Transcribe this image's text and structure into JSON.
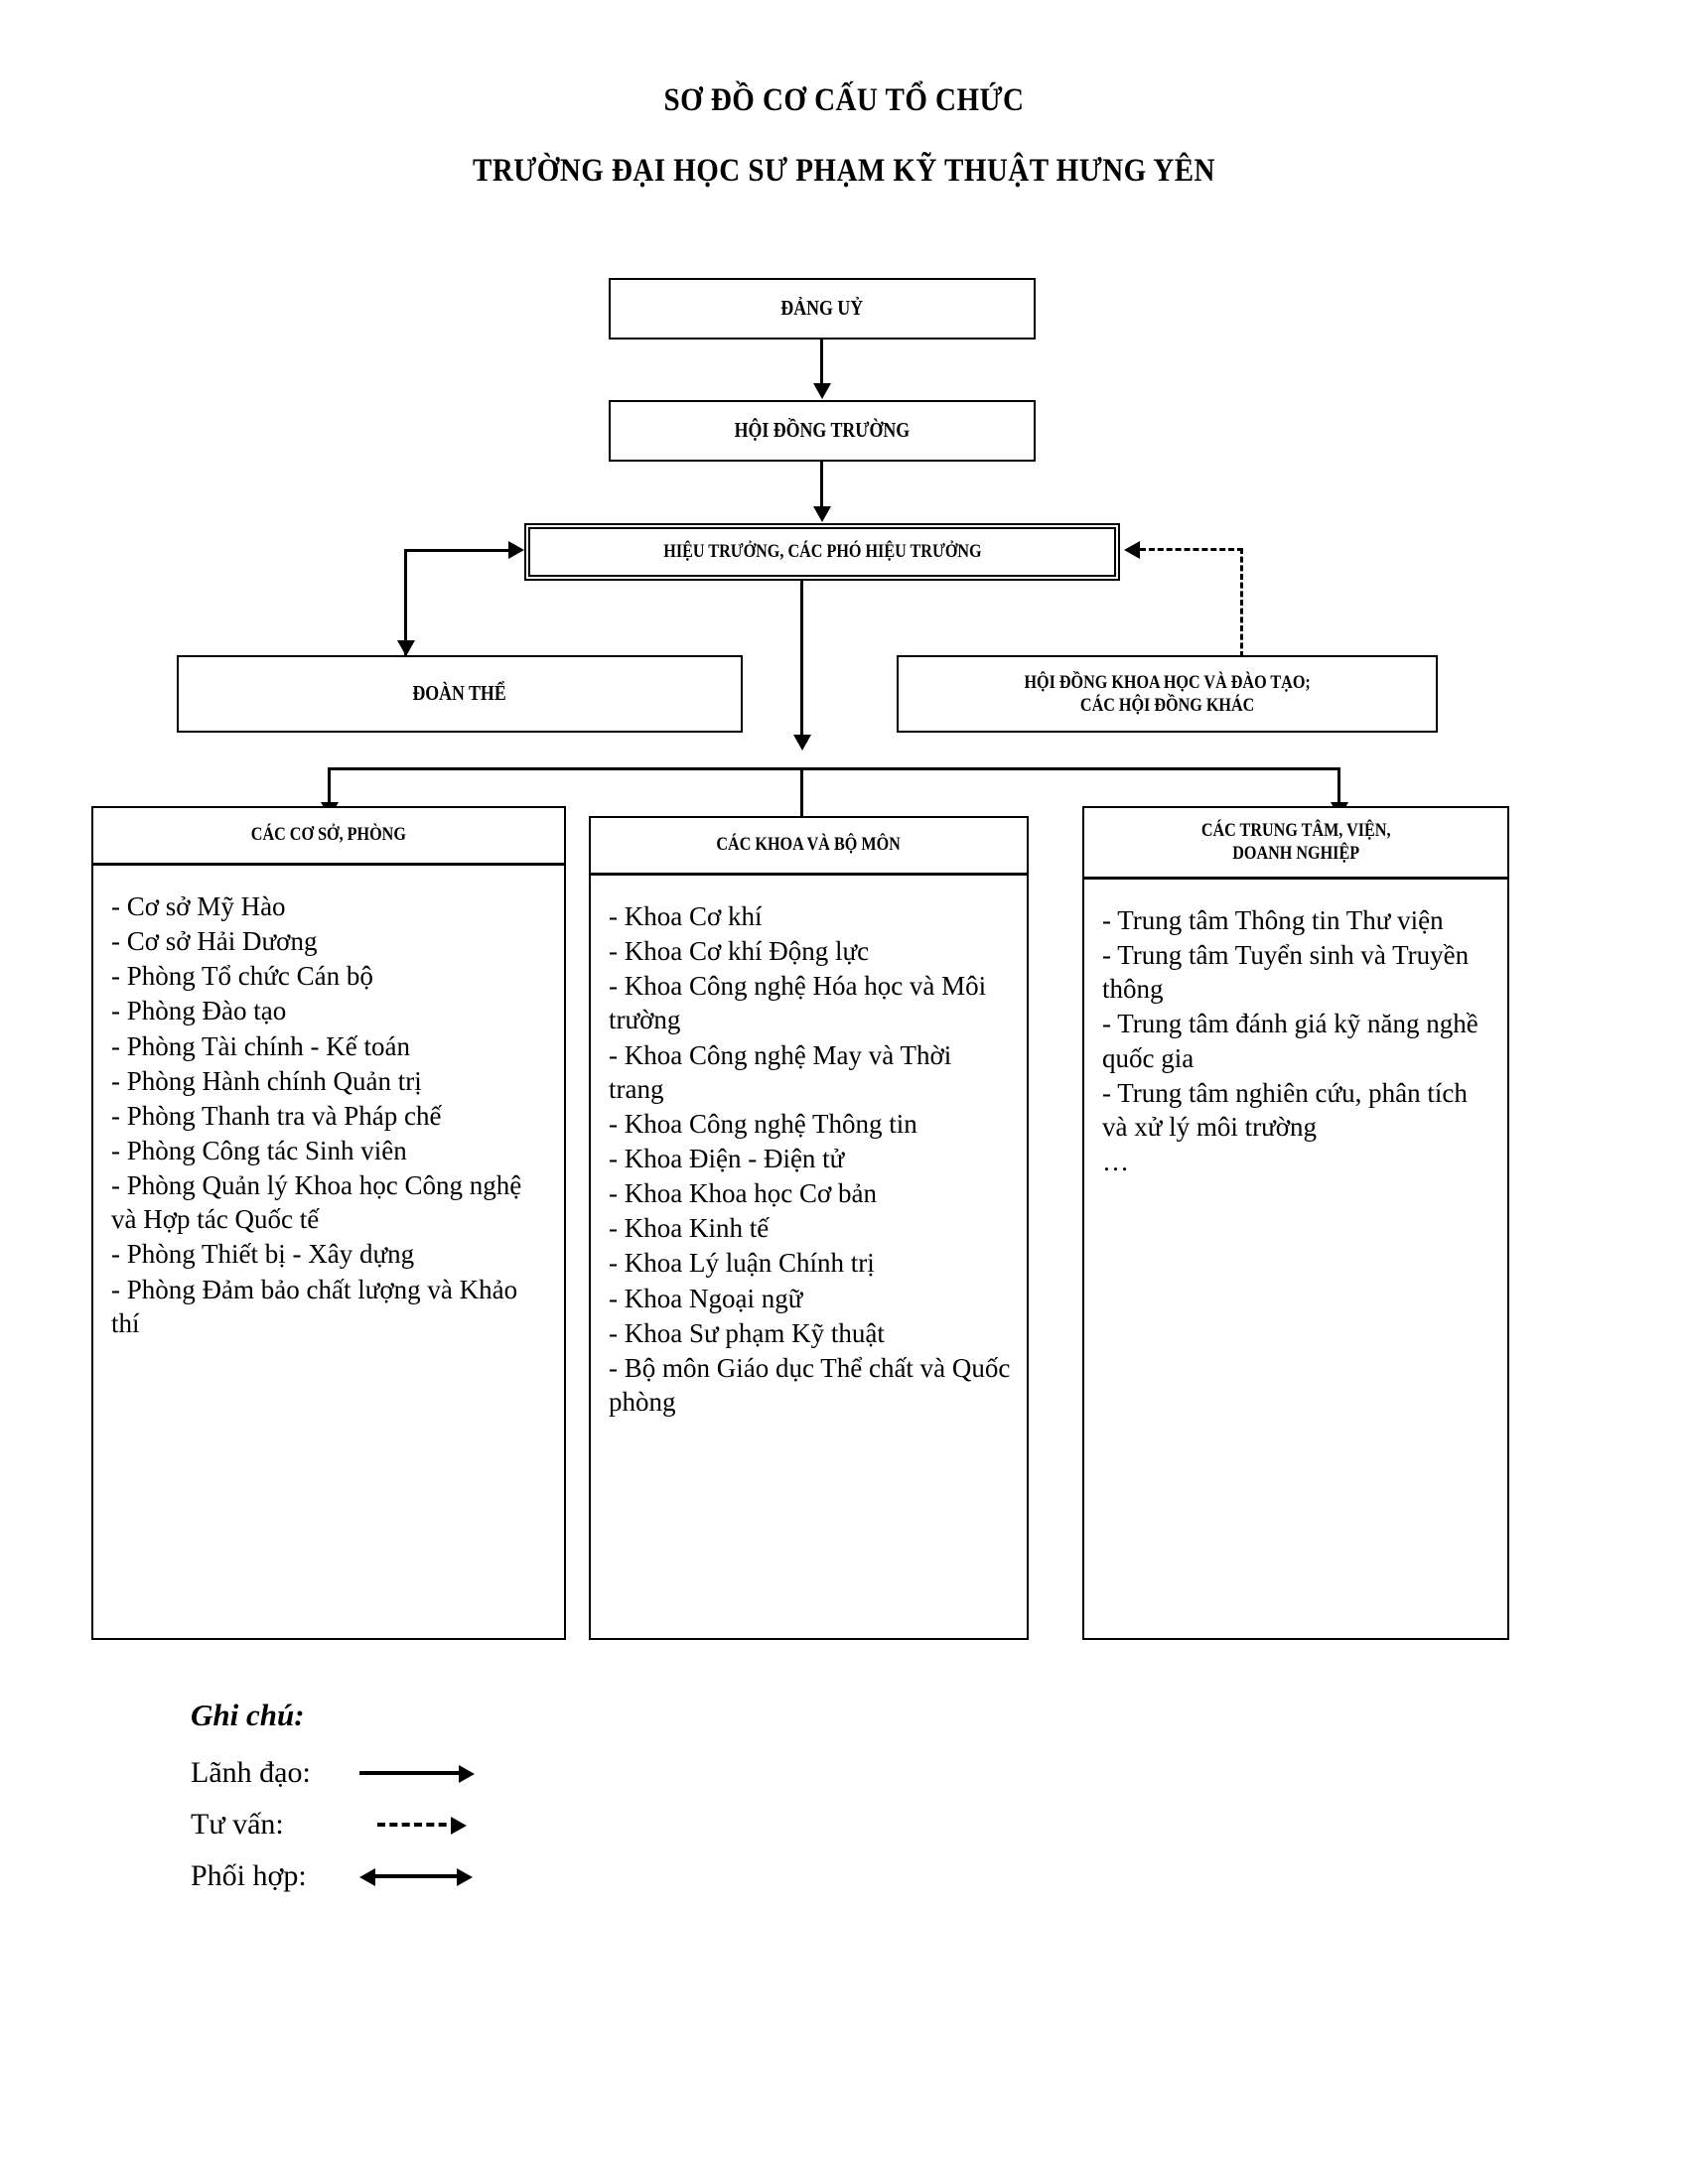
{
  "title": {
    "line1": "SƠ ĐỒ CƠ CẤU TỔ CHỨC",
    "line2": "TRƯỜNG ĐẠI HỌC SƯ PHẠM KỸ THUẬT HƯNG YÊN"
  },
  "nodes": {
    "party_committee": "ĐẢNG UỶ",
    "school_council": "HỘI ĐỒNG TRƯỜNG",
    "rector": "HIỆU TRƯỞNG, CÁC PHÓ HIỆU TRƯỞNG",
    "unions": "ĐOÀN THỂ",
    "science_council": "HỘI ĐỒNG KHOA HỌC VÀ ĐÀO TẠO;\nCÁC HỘI ĐỒNG KHÁC"
  },
  "columns": [
    {
      "header": "CÁC CƠ SỞ, PHÒNG",
      "items": [
        "- Cơ sở Mỹ Hào",
        "- Cơ sở Hải Dương",
        "- Phòng Tổ chức Cán bộ",
        "- Phòng Đào tạo",
        "- Phòng Tài chính - Kế toán",
        "- Phòng Hành chính Quản trị",
        "- Phòng Thanh tra và Pháp chế",
        "- Phòng Công tác Sinh viên",
        "- Phòng Quản lý Khoa học Công nghệ và Hợp tác Quốc tế",
        "- Phòng Thiết bị - Xây dựng",
        "- Phòng Đảm bảo chất lượng và Khảo thí"
      ]
    },
    {
      "header": "CÁC KHOA VÀ BỘ MÔN",
      "items": [
        "- Khoa Cơ khí",
        "- Khoa Cơ khí Động lực",
        "- Khoa Công nghệ Hóa học và Môi trường",
        "- Khoa Công nghệ May và Thời trang",
        "- Khoa Công nghệ Thông tin",
        "- Khoa Điện - Điện tử",
        "- Khoa Khoa học Cơ bản",
        "- Khoa Kinh tế",
        "- Khoa Lý luận Chính trị",
        "- Khoa Ngoại ngữ",
        "- Khoa Sư phạm Kỹ thuật",
        "- Bộ môn Giáo dục Thể chất và Quốc phòng"
      ]
    },
    {
      "header": "CÁC TRUNG TÂM, VIỆN,\nDOANH NGHIỆP",
      "items": [
        "- Trung tâm Thông tin Thư viện",
        "- Trung tâm Tuyển sinh và Truyền thông",
        "- Trung tâm đánh giá kỹ năng nghề quốc gia",
        "- Trung tâm nghiên cứu, phân tích và xử lý môi trường",
        "…"
      ]
    }
  ],
  "legend": {
    "title": "Ghi chú:",
    "rows": [
      {
        "label": "Lãnh đạo:",
        "style": "solid-arrow"
      },
      {
        "label": "Tư vấn:",
        "style": "dashed-arrow"
      },
      {
        "label": "Phối hợp:",
        "style": "double-arrow"
      }
    ]
  }
}
